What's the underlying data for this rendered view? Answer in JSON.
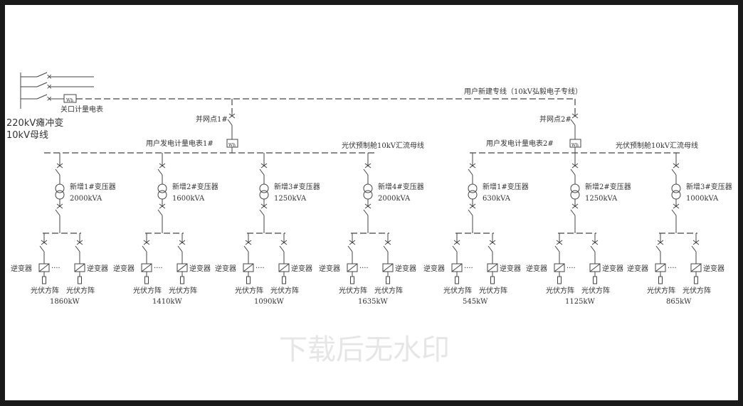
{
  "source": {
    "substation": "220kV瘫冲变",
    "bus": "10kV母线",
    "gateway_meter": "关口计量电表"
  },
  "feeder_line": "用户新建专线（10kV弘毅电子专线）",
  "meter_symbol": "Wh",
  "watermark": "下载后无水印",
  "groups": [
    {
      "grid_point": "并网点1#",
      "meter": "用户发电计量电表1#",
      "bus_label": "光伏预制舱10kV汇流母线",
      "transformers": [
        {
          "name": "新增1#变压器",
          "rating": "2000kVA",
          "power": "1860kW"
        },
        {
          "name": "新增2#变压器",
          "rating": "1600kVA",
          "power": "1410kW"
        },
        {
          "name": "新增3#变压器",
          "rating": "1250kVA",
          "power": "1090kW"
        },
        {
          "name": "新增4#变压器",
          "rating": "2000kVA",
          "power": "1635kW"
        }
      ]
    },
    {
      "grid_point": "并网点2#",
      "meter": "用户发电计量电表2#",
      "bus_label": "光伏预制舱10kV汇流母线",
      "transformers": [
        {
          "name": "新增1#变压器",
          "rating": "630kVA",
          "power": "545kW"
        },
        {
          "name": "新增2#变压器",
          "rating": "1250kVA",
          "power": "1125kW"
        },
        {
          "name": "新增3#变压器",
          "rating": "1000kVA",
          "power": "865kW"
        }
      ]
    }
  ],
  "inverter_label": "逆变器",
  "array_label": "光伏方阵",
  "ellipsis": "····"
}
